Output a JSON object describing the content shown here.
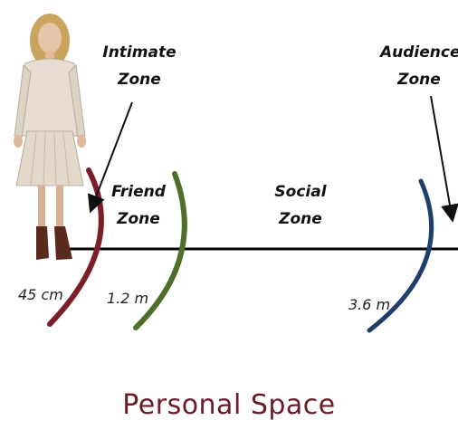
{
  "zones": {
    "intimate": {
      "line1": "Intimate",
      "line2": "Zone",
      "color": "#7a1f27"
    },
    "friend": {
      "line1": "Friend",
      "line2": "Zone",
      "color": "#4d6f2a"
    },
    "social": {
      "line1": "Social",
      "line2": "Zone"
    },
    "audience": {
      "line1": "Audience",
      "line2": "Zone",
      "color": "#1f3f6b"
    }
  },
  "distances": {
    "intimate": "45 cm",
    "friend": "1.2 m",
    "social": "3.6 m"
  },
  "title": "Personal Space",
  "figure": {
    "description_icon": "woman-figure-icon"
  }
}
